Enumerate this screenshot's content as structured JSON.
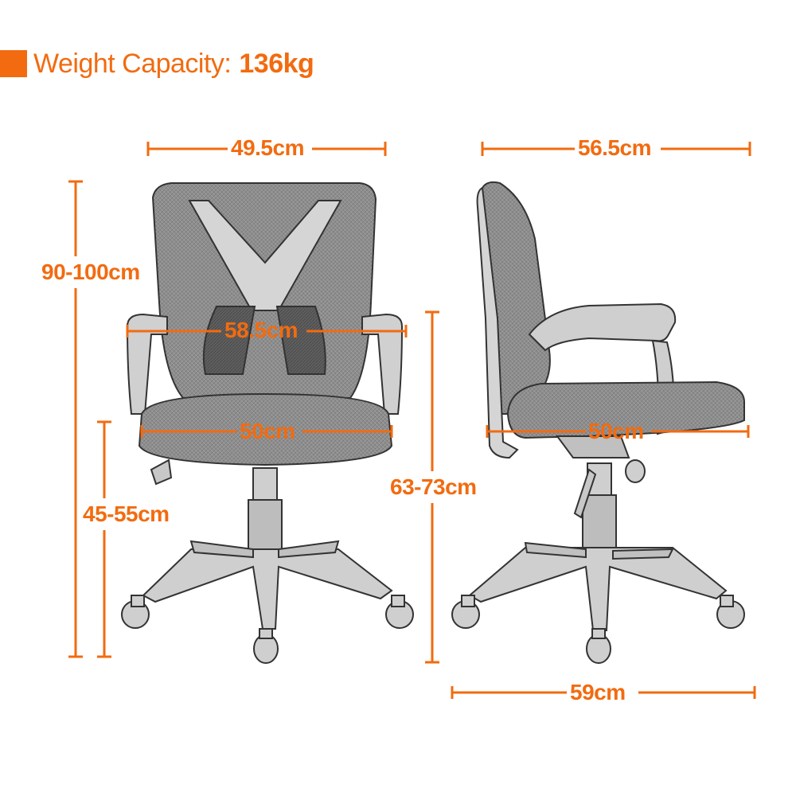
{
  "header": {
    "label": "Weight Capacity:",
    "value": "136kg"
  },
  "dimensions": {
    "front_width": "49.5cm",
    "total_height": "90-100cm",
    "armrest_width": "58.5cm",
    "front_seat_width": "50cm",
    "seat_height": "45-55cm",
    "side_depth": "56.5cm",
    "armrest_height": "63-73cm",
    "side_seat_depth": "50cm",
    "base_width": "59cm"
  },
  "colors": {
    "accent": "#f26b10",
    "line": "#3a3a3a",
    "mesh": "#9a9a9a",
    "mesh_dark": "#6e6e6e"
  }
}
